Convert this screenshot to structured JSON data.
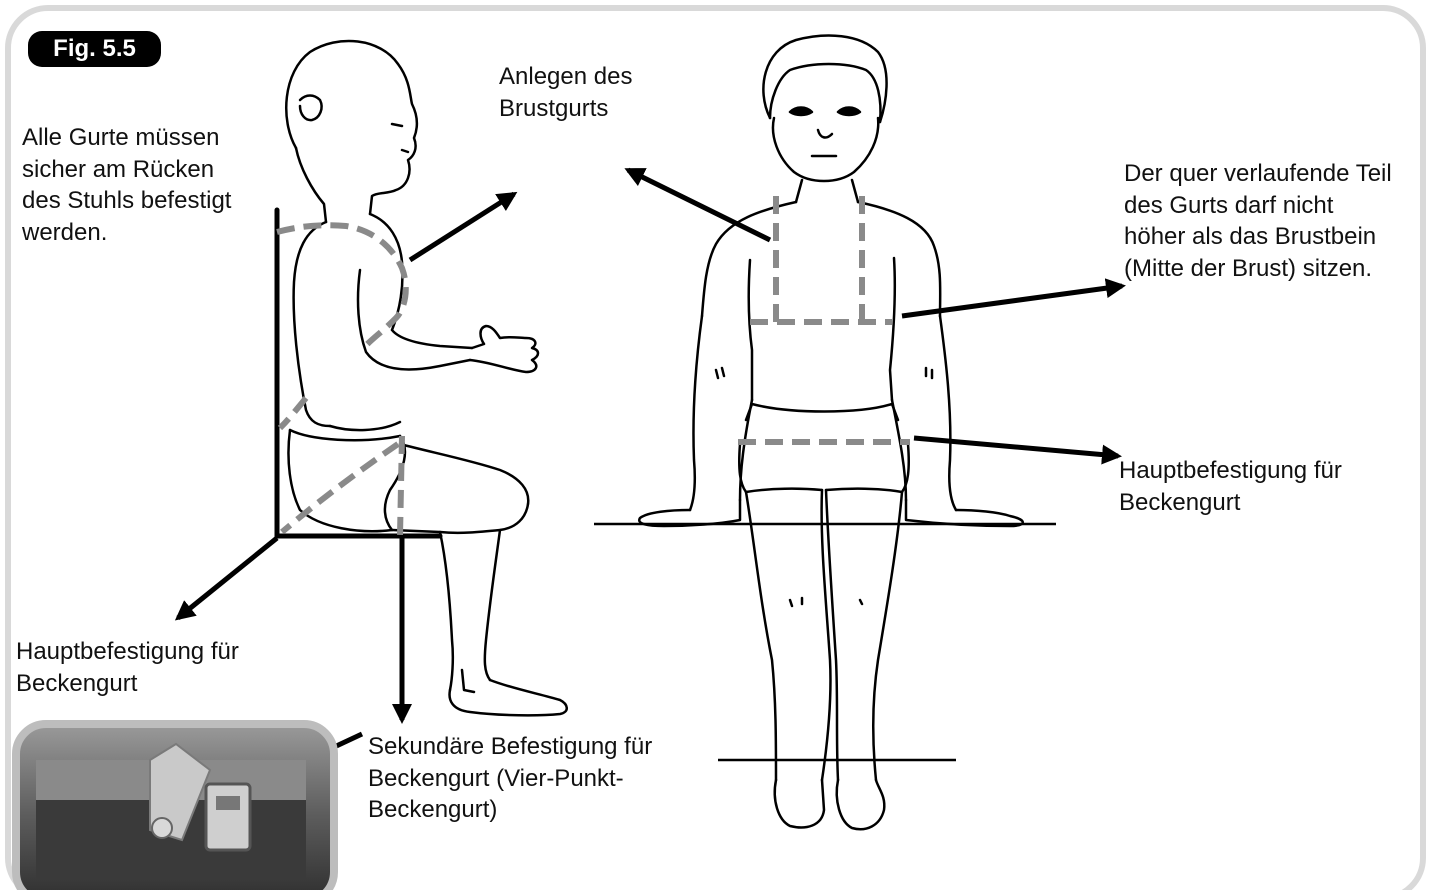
{
  "figure": {
    "badge": "Fig. 5.5"
  },
  "labels": {
    "backrest_note": "Alle Gurte müssen\nsicher am Rücken\ndes Stuhls befestigt\nwerden.",
    "chest_harness": "Anlegen des\nBrustgurts",
    "cross_part_note": "Der quer verlaufende Teil\ndes Gurts darf nicht\nhöher als das Brustbein\n(Mitte der Brust) sitzen.",
    "pelvic_main_right": "Hauptbefestigung für\nBeckengurt",
    "pelvic_main_left": "Hauptbefestigung für\nBeckengurt",
    "pelvic_secondary": "Sekundäre Befestigung für\nBeckengurt (Vier-Punkt-\nBeckengurt)"
  },
  "colors": {
    "line": "#000000",
    "dashed_belt": "#8a8a8a",
    "frame_border": "#d9d9d9",
    "photo_border": "#bdbdbd"
  }
}
